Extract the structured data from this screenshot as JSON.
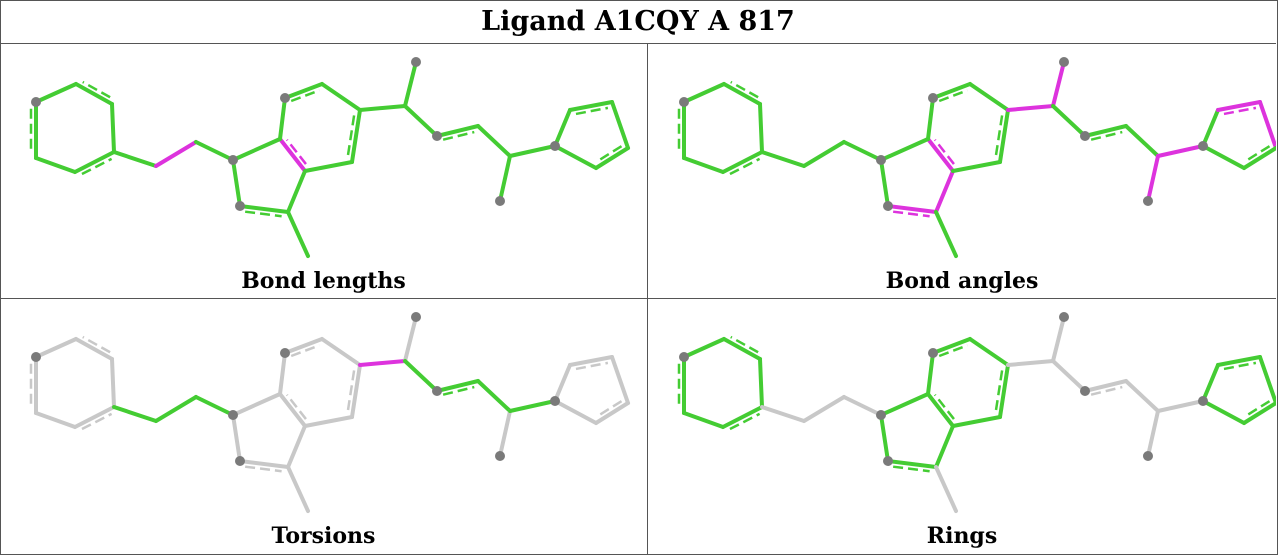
{
  "title": "Ligand A1CQY A 817",
  "colors": {
    "good": "#44cc33",
    "outlier": "#dd33dd",
    "neutral": "#c8c8c8",
    "atom": "#7a7a7a"
  },
  "panels": [
    {
      "id": "bond-lengths",
      "label": "Bond lengths"
    },
    {
      "id": "bond-angles",
      "label": "Bond angles"
    },
    {
      "id": "torsions",
      "label": "Torsions"
    },
    {
      "id": "rings",
      "label": "Rings"
    }
  ]
}
